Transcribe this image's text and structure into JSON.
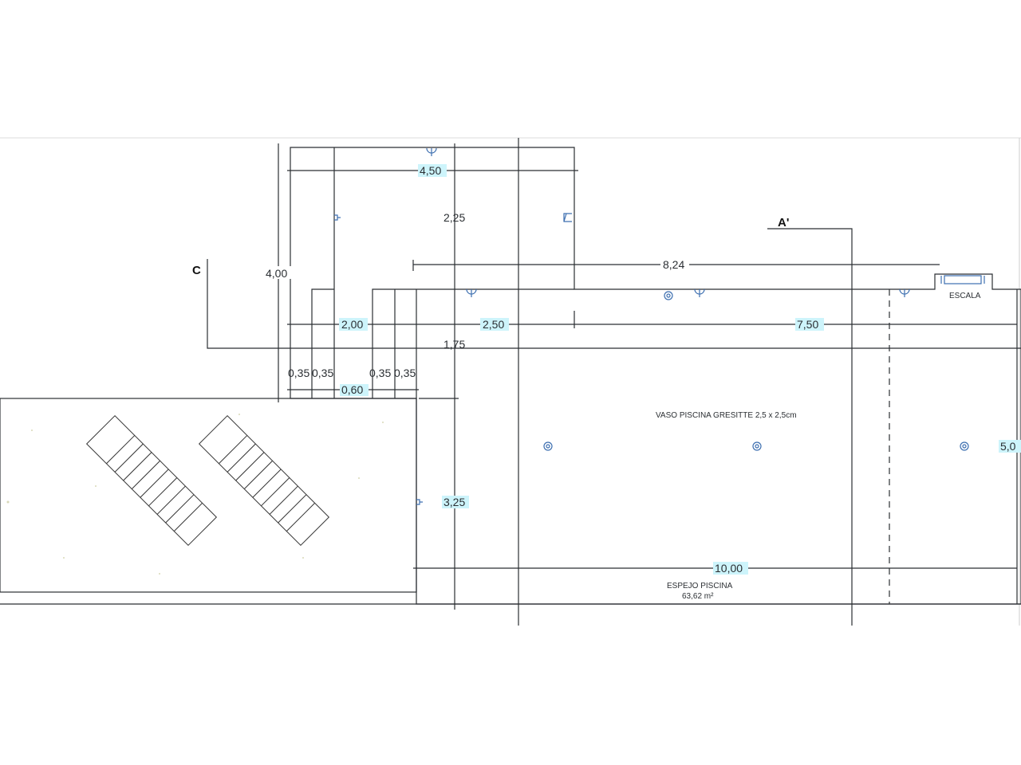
{
  "drawing": {
    "colors": {
      "pool": "#cdf4fb",
      "terrace": "#fbfbf5",
      "line": "#2b2f33",
      "fixture": "#3d6fb0"
    },
    "section_labels": {
      "c": "C",
      "a_prime": "A'"
    },
    "dimensions": {
      "top_width": "4,50",
      "upper_height": "2,25",
      "total_height_left": "4,00",
      "ladder_span": "8,24",
      "step_width": "2,00",
      "mid_width": "2,50",
      "main_width": "7,50",
      "mid_height": "1,75",
      "step_a1": "0,35",
      "step_a2": "0,35",
      "step_b1": "0,35",
      "step_b2": "0,35",
      "step_gap": "0,60",
      "lower_height": "3,25",
      "total_length": "10,00",
      "right_height": "5,0"
    },
    "annotations": {
      "ladder": "ESCALA",
      "finish": "VASO PISCINA GRESITTE 2,5 x 2,5cm",
      "surface_title": "ESPEJO PISCINA",
      "surface_area": "63,62 m²"
    },
    "icons": [
      "skimmer-icon",
      "pool-light-icon",
      "inlet-icon",
      "sun-lounger-icon"
    ]
  }
}
